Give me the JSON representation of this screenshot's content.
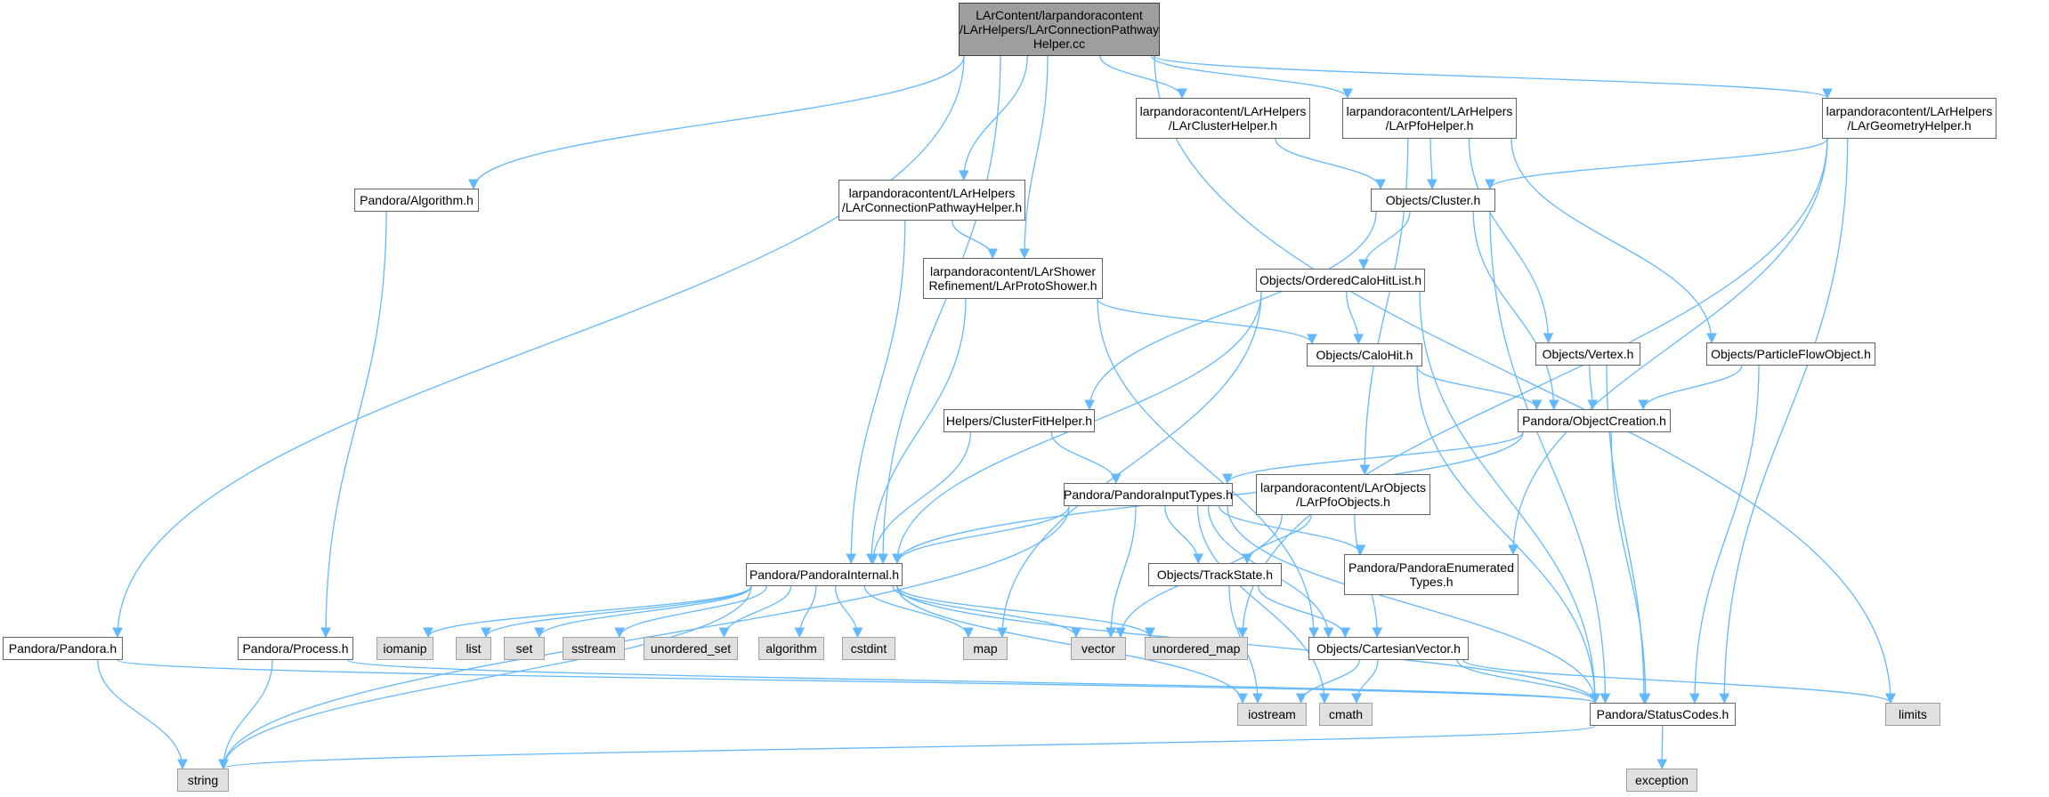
{
  "colors": {
    "edge": "#63b8ff",
    "root_fill": "#9e9e9e",
    "system_fill": "#e0e0e0",
    "node_border": "#636363"
  },
  "nodes": [
    {
      "id": "root",
      "label": "LArContent/larpandoracontent\n/LArHelpers/LArConnectionPathway\nHelper.cc",
      "kind": "root"
    },
    {
      "id": "clusterhelper",
      "label": "larpandoracontent/LArHelpers\n/LArClusterHelper.h",
      "kind": "file"
    },
    {
      "id": "pfohelper",
      "label": "larpandoracontent/LArHelpers\n/LArPfoHelper.h",
      "kind": "file"
    },
    {
      "id": "geomhelper",
      "label": "larpandoracontent/LArHelpers\n/LArGeometryHelper.h",
      "kind": "file"
    },
    {
      "id": "algorithm",
      "label": "Pandora/Algorithm.h",
      "kind": "file"
    },
    {
      "id": "connhelper",
      "label": "larpandoracontent/LArHelpers\n/LArConnectionPathwayHelper.h",
      "kind": "file"
    },
    {
      "id": "cluster",
      "label": "Objects/Cluster.h",
      "kind": "file"
    },
    {
      "id": "protoshower",
      "label": "larpandoracontent/LArShower\nRefinement/LArProtoShower.h",
      "kind": "file"
    },
    {
      "id": "orderedcalohit",
      "label": "Objects/OrderedCaloHitList.h",
      "kind": "file"
    },
    {
      "id": "calohit",
      "label": "Objects/CaloHit.h",
      "kind": "file"
    },
    {
      "id": "vertex",
      "label": "Objects/Vertex.h",
      "kind": "file"
    },
    {
      "id": "pfo",
      "label": "Objects/ParticleFlowObject.h",
      "kind": "file"
    },
    {
      "id": "objcreation",
      "label": "Pandora/ObjectCreation.h",
      "kind": "file"
    },
    {
      "id": "clusterfit",
      "label": "Helpers/ClusterFitHelper.h",
      "kind": "file"
    },
    {
      "id": "inputtypes",
      "label": "Pandora/PandoraInputTypes.h",
      "kind": "file"
    },
    {
      "id": "pfoobjects",
      "label": "larpandoracontent/LArObjects\n/LArPfoObjects.h",
      "kind": "file"
    },
    {
      "id": "trackstate",
      "label": "Objects/TrackState.h",
      "kind": "file"
    },
    {
      "id": "enumtypes",
      "label": "Pandora/PandoraEnumerated\nTypes.h",
      "kind": "file"
    },
    {
      "id": "internal",
      "label": "Pandora/PandoraInternal.h",
      "kind": "file"
    },
    {
      "id": "pandora",
      "label": "Pandora/Pandora.h",
      "kind": "file"
    },
    {
      "id": "process",
      "label": "Pandora/Process.h",
      "kind": "file"
    },
    {
      "id": "cartesian",
      "label": "Objects/CartesianVector.h",
      "kind": "file"
    },
    {
      "id": "statuscodes",
      "label": "Pandora/StatusCodes.h",
      "kind": "file"
    },
    {
      "id": "iomanip",
      "label": "iomanip",
      "kind": "system"
    },
    {
      "id": "list",
      "label": "list",
      "kind": "system"
    },
    {
      "id": "set",
      "label": "set",
      "kind": "system"
    },
    {
      "id": "sstream",
      "label": "sstream",
      "kind": "system"
    },
    {
      "id": "unordered_set",
      "label": "unordered_set",
      "kind": "system"
    },
    {
      "id": "algorithm_std",
      "label": "algorithm",
      "kind": "system"
    },
    {
      "id": "cstdint",
      "label": "cstdint",
      "kind": "system"
    },
    {
      "id": "map",
      "label": "map",
      "kind": "system"
    },
    {
      "id": "vector",
      "label": "vector",
      "kind": "system"
    },
    {
      "id": "unordered_map",
      "label": "unordered_map",
      "kind": "system"
    },
    {
      "id": "iostream",
      "label": "iostream",
      "kind": "system"
    },
    {
      "id": "cmath",
      "label": "cmath",
      "kind": "system"
    },
    {
      "id": "limits",
      "label": "limits",
      "kind": "system"
    },
    {
      "id": "string",
      "label": "string",
      "kind": "system"
    },
    {
      "id": "exception",
      "label": "exception",
      "kind": "system"
    }
  ],
  "edges": [
    [
      "root",
      "pandora"
    ],
    [
      "root",
      "algorithm"
    ],
    [
      "root",
      "internal"
    ],
    [
      "root",
      "connhelper"
    ],
    [
      "root",
      "protoshower"
    ],
    [
      "root",
      "clusterhelper"
    ],
    [
      "root",
      "pfohelper"
    ],
    [
      "root",
      "geomhelper"
    ],
    [
      "root",
      "limits"
    ],
    [
      "clusterhelper",
      "cluster"
    ],
    [
      "pfohelper",
      "cluster"
    ],
    [
      "pfohelper",
      "vertex"
    ],
    [
      "pfohelper",
      "pfo"
    ],
    [
      "pfohelper",
      "pfoobjects"
    ],
    [
      "geomhelper",
      "cluster"
    ],
    [
      "geomhelper",
      "enumtypes"
    ],
    [
      "geomhelper",
      "unordered_map"
    ],
    [
      "geomhelper",
      "statuscodes"
    ],
    [
      "algorithm",
      "process"
    ],
    [
      "connhelper",
      "protoshower"
    ],
    [
      "connhelper",
      "internal"
    ],
    [
      "protoshower",
      "calohit"
    ],
    [
      "protoshower",
      "internal"
    ],
    [
      "protoshower",
      "cartesian"
    ],
    [
      "cluster",
      "orderedcalohit"
    ],
    [
      "cluster",
      "clusterfit"
    ],
    [
      "cluster",
      "objcreation"
    ],
    [
      "cluster",
      "statuscodes"
    ],
    [
      "orderedcalohit",
      "calohit"
    ],
    [
      "orderedcalohit",
      "internal"
    ],
    [
      "orderedcalohit",
      "map"
    ],
    [
      "orderedcalohit",
      "statuscodes"
    ],
    [
      "calohit",
      "objcreation"
    ],
    [
      "calohit",
      "statuscodes"
    ],
    [
      "vertex",
      "objcreation"
    ],
    [
      "vertex",
      "statuscodes"
    ],
    [
      "pfo",
      "objcreation"
    ],
    [
      "pfo",
      "statuscodes"
    ],
    [
      "objcreation",
      "inputtypes"
    ],
    [
      "objcreation",
      "internal"
    ],
    [
      "objcreation",
      "statuscodes"
    ],
    [
      "clusterfit",
      "inputtypes"
    ],
    [
      "clusterfit",
      "internal"
    ],
    [
      "inputtypes",
      "internal"
    ],
    [
      "inputtypes",
      "trackstate"
    ],
    [
      "inputtypes",
      "enumtypes"
    ],
    [
      "inputtypes",
      "cartesian"
    ],
    [
      "inputtypes",
      "statuscodes"
    ],
    [
      "inputtypes",
      "string"
    ],
    [
      "inputtypes",
      "vector"
    ],
    [
      "inputtypes",
      "cmath"
    ],
    [
      "pfoobjects",
      "trackstate"
    ],
    [
      "pfoobjects",
      "cartesian"
    ],
    [
      "pfoobjects",
      "vector"
    ],
    [
      "trackstate",
      "cartesian"
    ],
    [
      "trackstate",
      "iostream"
    ],
    [
      "internal",
      "iomanip"
    ],
    [
      "internal",
      "list"
    ],
    [
      "internal",
      "set"
    ],
    [
      "internal",
      "sstream"
    ],
    [
      "internal",
      "unordered_set"
    ],
    [
      "internal",
      "algorithm_std"
    ],
    [
      "internal",
      "cstdint"
    ],
    [
      "internal",
      "map"
    ],
    [
      "internal",
      "vector"
    ],
    [
      "internal",
      "unordered_map"
    ],
    [
      "internal",
      "iostream"
    ],
    [
      "internal",
      "statuscodes"
    ],
    [
      "internal",
      "string"
    ],
    [
      "pandora",
      "statuscodes"
    ],
    [
      "pandora",
      "string"
    ],
    [
      "process",
      "statuscodes"
    ],
    [
      "process",
      "string"
    ],
    [
      "cartesian",
      "iostream"
    ],
    [
      "cartesian",
      "cmath"
    ],
    [
      "cartesian",
      "limits"
    ],
    [
      "cartesian",
      "statuscodes"
    ],
    [
      "statuscodes",
      "string"
    ],
    [
      "statuscodes",
      "exception"
    ]
  ]
}
